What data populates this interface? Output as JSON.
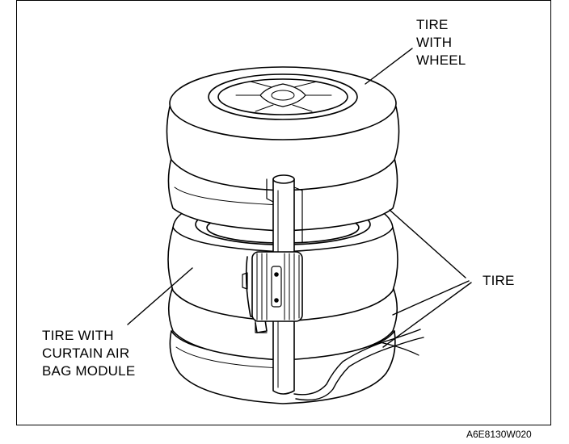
{
  "labels": {
    "tire_with_wheel": [
      "TIRE",
      "WITH",
      "WHEEL"
    ],
    "tire": "TIRE",
    "tire_with_curtain_air_bag_module": [
      "TIRE WITH",
      "CURTAIN AIR",
      "BAG MODULE"
    ]
  },
  "figure_code": "A6E8130W020"
}
